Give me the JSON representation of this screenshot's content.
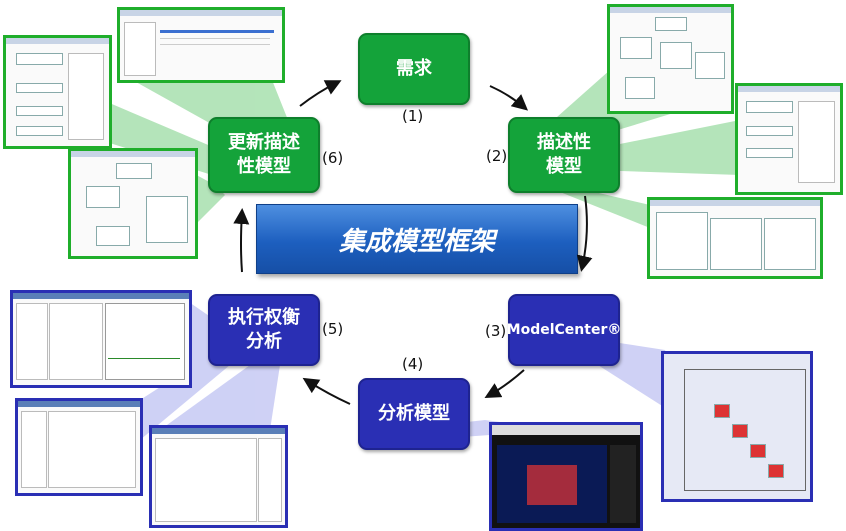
{
  "center_title": "集成模型框架",
  "nodes": {
    "requirements": "需求",
    "descriptive_model": "描述性\n模型",
    "modelcenter": "ModelCenter®",
    "analysis_model": "分析模型",
    "tradeoff_analysis": "执行权衡\n分析",
    "update_descriptive_model": "更新描述\n性模型"
  },
  "steps": {
    "s1": "(1)",
    "s2": "(2)",
    "s3": "(3)",
    "s4": "(4)",
    "s5": "(5)",
    "s6": "(6)"
  },
  "colors": {
    "green_node": "#14a33a",
    "blue_node": "#2a2fb4",
    "center_bar": "#1d5fbf",
    "green_ray": "#7fd08a",
    "blue_ray": "#aeb3ee"
  }
}
